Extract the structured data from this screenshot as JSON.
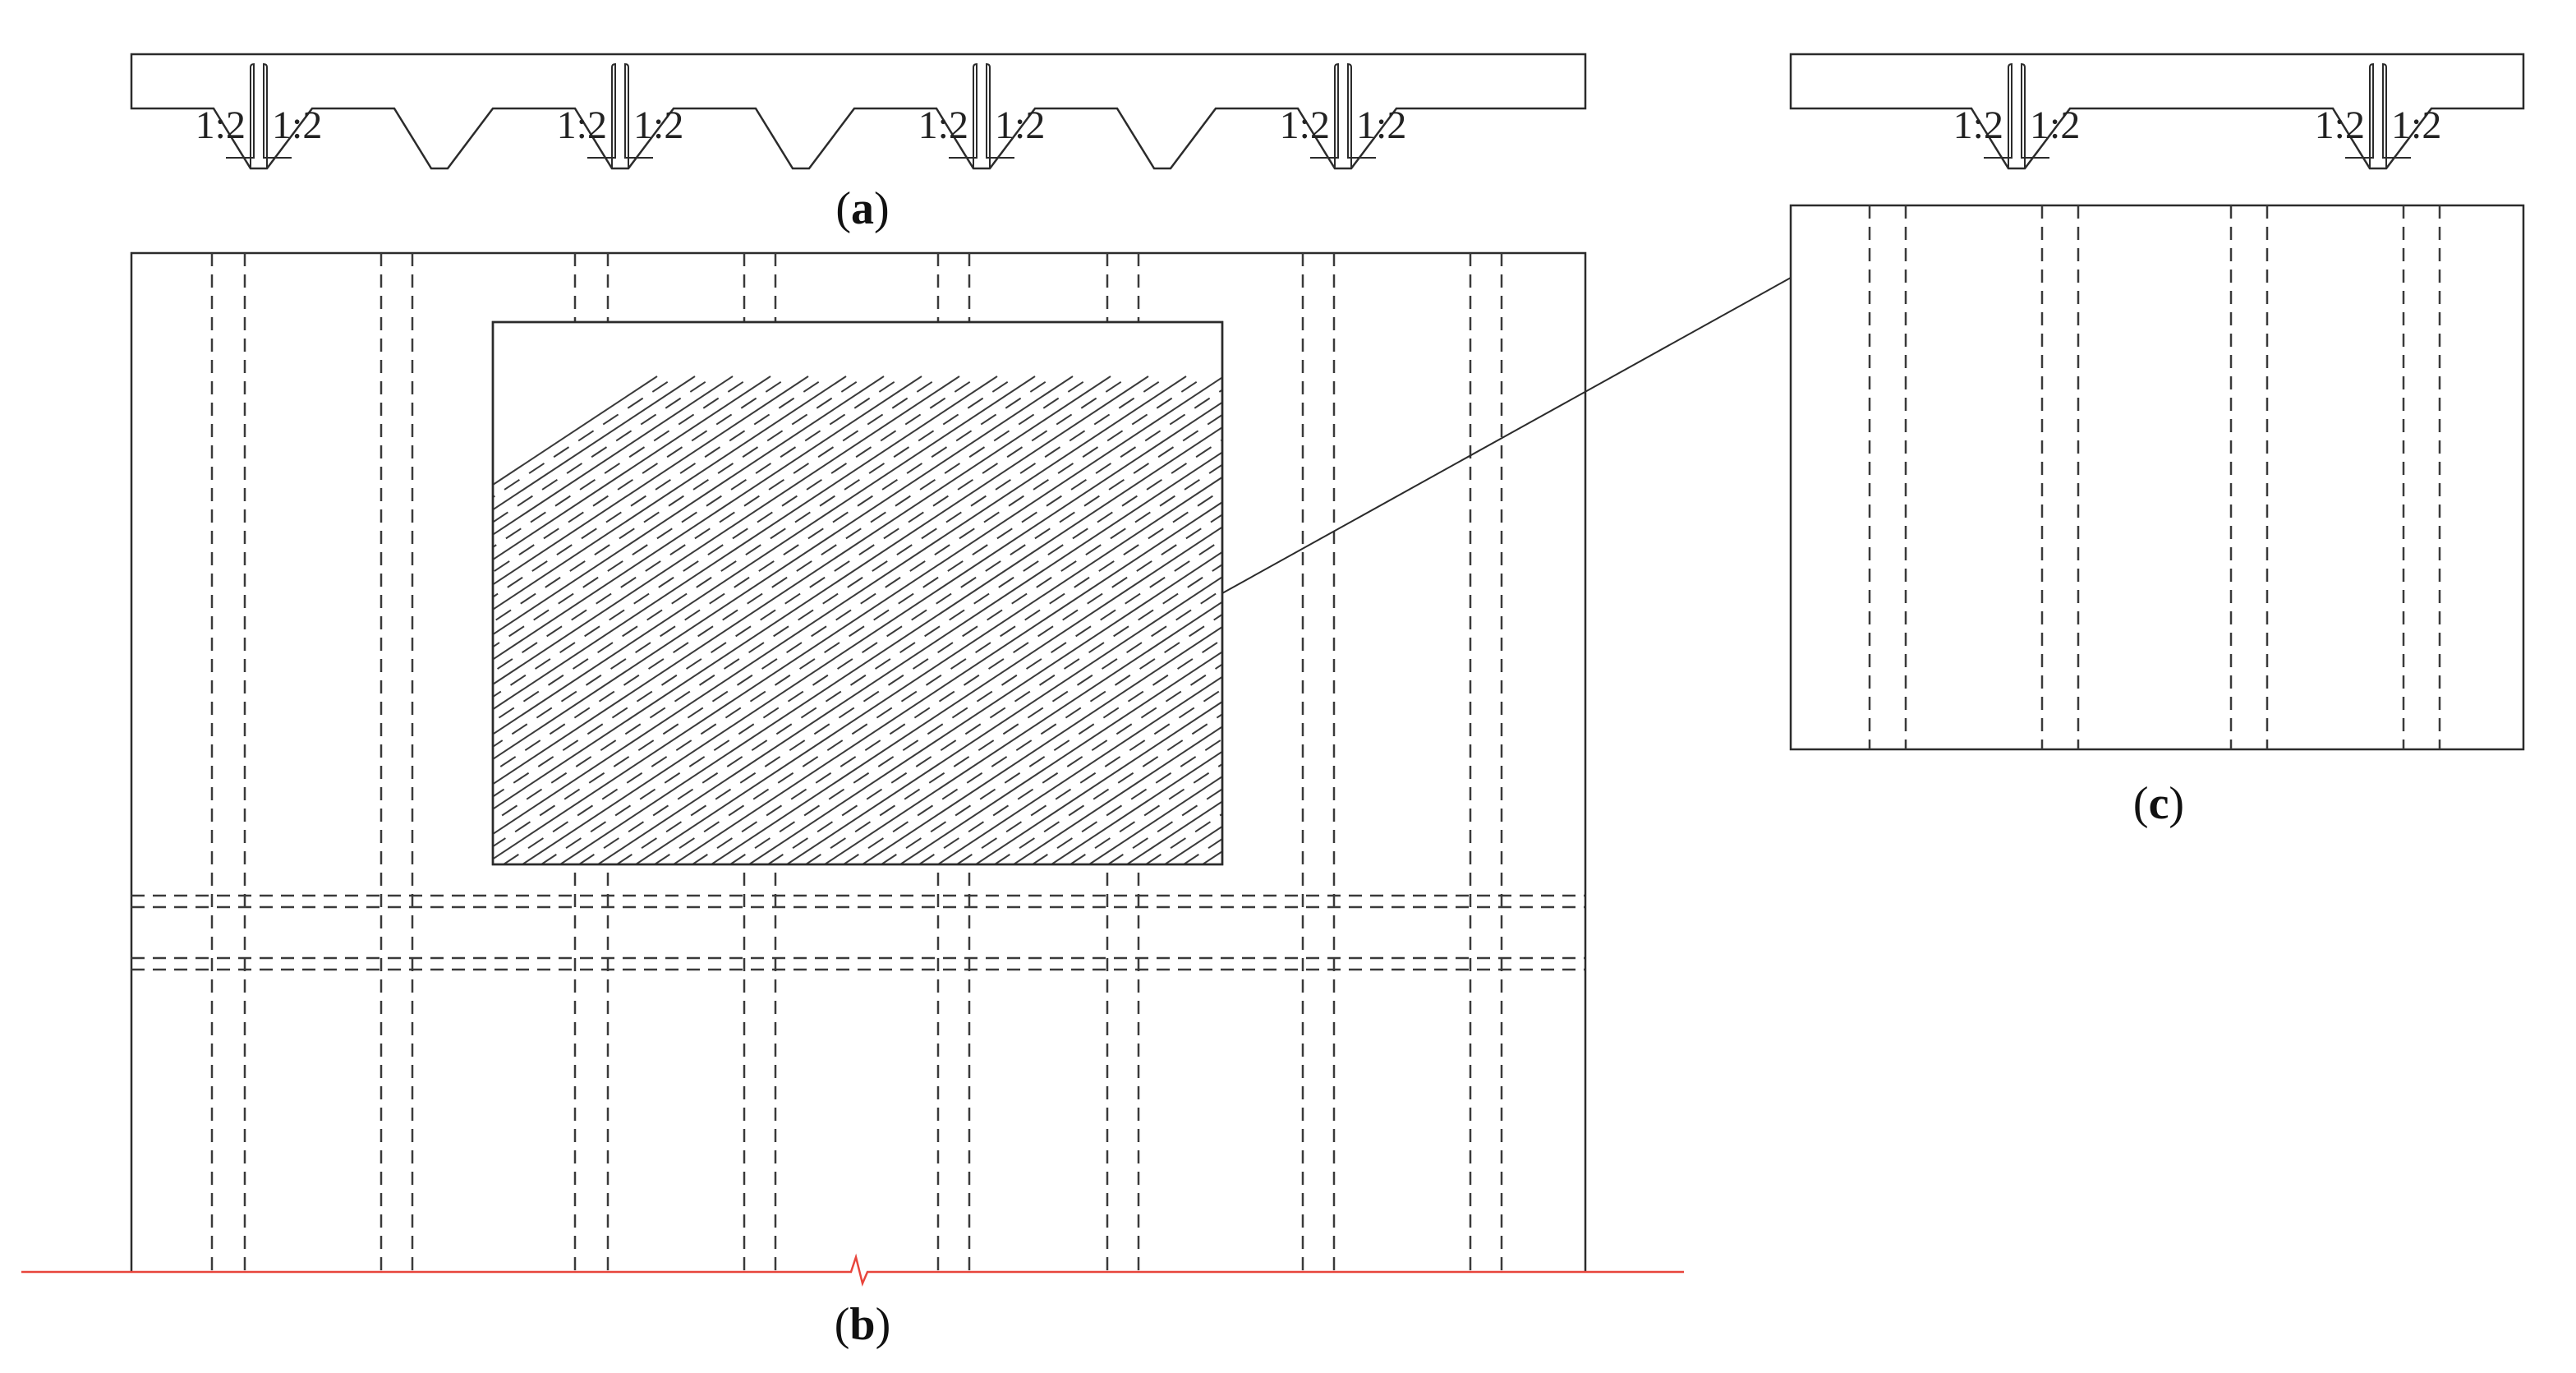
{
  "figure": {
    "panel_a": {
      "label_open": "(",
      "label_letter": "a",
      "label_close": ")",
      "ratio_left": "1:2",
      "ratio_right": "1:2",
      "rib_count": 4
    },
    "panel_b": {
      "label_open": "(",
      "label_letter": "b",
      "label_close": ")"
    },
    "panel_c": {
      "label_open": "(",
      "label_letter": "c",
      "label_close": ")",
      "ratio_left": "1:2",
      "ratio_right": "1:2",
      "rib_count": 2
    },
    "colors": {
      "lines": "#2b2b2b",
      "ground_line": "#e8453c",
      "background": "#ffffff"
    }
  }
}
